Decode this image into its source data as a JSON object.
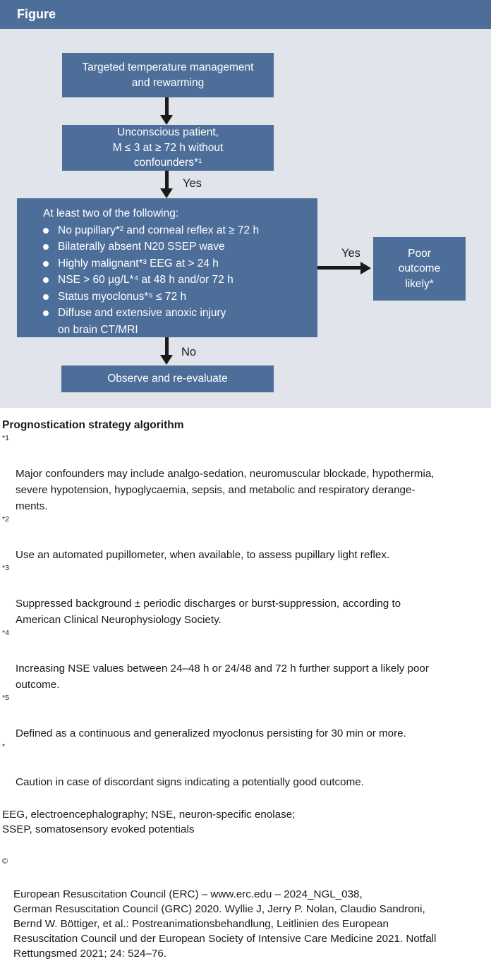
{
  "header": {
    "title": "Figure"
  },
  "colors": {
    "accent_blue": "#4d6e99",
    "panel_bg": "#e1e4eb",
    "arrow_black": "#1a1a1a",
    "box_text": "#ffffff"
  },
  "flowchart": {
    "box_ttm": {
      "lines": [
        "Targeted temperature management",
        "and rewarming"
      ]
    },
    "box_unconscious": {
      "lines": [
        "Unconscious patient,",
        "M ≤ 3 at ≥ 72 h without",
        "confounders*¹"
      ]
    },
    "label_yes_1": "Yes",
    "box_criteria": {
      "header": "At least two of the following:",
      "items": [
        "No pupillary*² and corneal reflex at ≥ 72 h",
        "Bilaterally absent N20 SSEP wave",
        "Highly malignant*³ EEG at > 24 h",
        "NSE > 60 µg/L*⁴ at 48 h and/or 72 h",
        "Status myoclonus*⁵ ≤ 72 h",
        "Diffuse and extensive anoxic injury\non brain CT/MRI"
      ]
    },
    "label_yes_2": "Yes",
    "box_poor_outcome": {
      "lines": [
        "Poor",
        "outcome",
        "likely*"
      ]
    },
    "label_no": "No",
    "box_observe": {
      "label": "Observe and re-evaluate"
    }
  },
  "notes": {
    "title": "Prognostication strategy algorithm",
    "footnotes": [
      {
        "marker": "*1",
        "lines": [
          "Major confounders may include analgo-sedation, neuromuscular blockade, hypothermia,",
          "severe hypotension, hypoglycaemia, sepsis, and metabolic and respiratory derange-",
          "ments."
        ]
      },
      {
        "marker": "*2",
        "lines": [
          "Use an automated pupillometer, when available, to assess pupillary light reflex."
        ]
      },
      {
        "marker": "*3",
        "lines": [
          "Suppressed background ± periodic discharges or burst-suppression, according to",
          "American Clinical Neurophysiology Society."
        ]
      },
      {
        "marker": "*4",
        "lines": [
          "Increasing NSE values between 24–48 h or 24/48 and 72 h further support a likely poor",
          "outcome."
        ]
      },
      {
        "marker": "*5",
        "lines": [
          "Defined as a continuous and generalized myoclonus persisting for 30 min or more."
        ]
      },
      {
        "marker": "*",
        "lines": [
          "Caution in case of discordant signs indicating a potentially good outcome."
        ]
      }
    ],
    "abbreviations": {
      "lines": [
        "EEG, electroencephalography; NSE, neuron-specific enolase;",
        "SSEP, somatosensory evoked potentials"
      ]
    },
    "copyright": {
      "marker": "©",
      "lines": [
        "European Resuscitation Council (ERC) – www.erc.edu – 2024_NGL_038,",
        "German Resuscitation Council (GRC) 2020. Wyllie J, Jerry P. Nolan, Claudio Sandroni,",
        "Bernd W. Böttiger, et al.: Postreanimationsbehandlung, Leitlinien des European",
        "Resuscitation Council und der European Society of Intensive Care Medicine 2021. Notfall",
        "Rettungsmed 2021; 24: 524–76."
      ]
    }
  }
}
